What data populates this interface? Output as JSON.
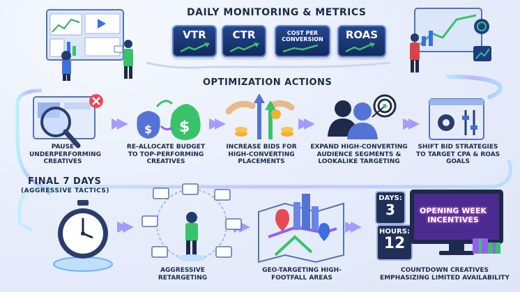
{
  "sections": {
    "monitoring": "DAILY MONITORING & METRICS",
    "optimization": "OPTIMIZATION ACTIONS",
    "final": "FINAL 7 DAYS",
    "final_sub": "(AGGRESSIVE TACTICS)"
  },
  "metrics": [
    "VTR",
    "CTR",
    "COST PER CONVERSION",
    "ROAS"
  ],
  "actions": [
    "PAUSE UNDERPERFORMING CREATIVES",
    "RE-ALLOCATE BUDGET TO TOP-PERFORMING CREATIVES",
    "INCREASE BIDS FOR HIGH-CONVERTING PLACEMENTS",
    "EXPAND HIGH-CONVERTING AUDIENCE SEGMENTS & LOOKALIKE TARGETING",
    "SHIFT BID STRATEGIES TO TARGET CPA & ROAS GOALS"
  ],
  "tactics": [
    "AGGRESSIVE RETARGETING",
    "GEO-TARGETING HIGH-FOOTFALL AREAS",
    "COUNTDOWN CREATIVES EMPHASIZING LIMITED AVAILABILITY"
  ],
  "countdown": {
    "days_label": "DAYS:",
    "days": "3",
    "hours_label": "HOURS:",
    "hours": "12"
  },
  "screen": "OPENING WEEK INCENTIVES",
  "colors": {
    "navy": "#1d2a4a",
    "flow": "#8fa8ff",
    "accent": "#3ac26b"
  }
}
